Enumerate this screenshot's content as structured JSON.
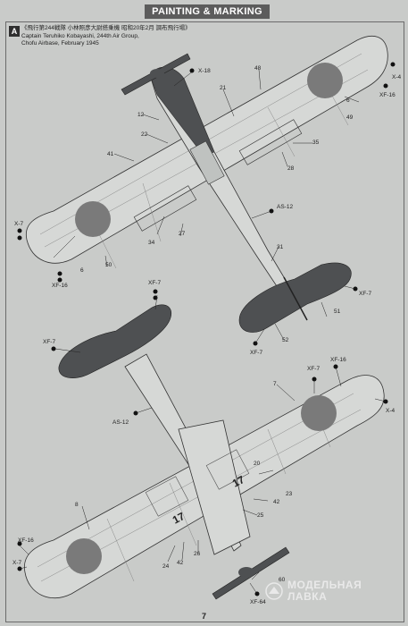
{
  "header": {
    "title": "PAINTING & MARKING"
  },
  "section": {
    "letter": "A",
    "caption_jp": "《飛行第244戦隊 小林照彦大尉搭乗機 昭和20年2月 調布飛行場》",
    "caption_en_1": "Captain Teruhiko Kobayashi, 244th Air Group,",
    "caption_en_2": "Chofu Airbase, February 1945"
  },
  "callouts": {
    "x18": "X-18",
    "x4": "X-4",
    "xf16": "XF-16",
    "n48": "48",
    "n21": "21",
    "n6": "6",
    "n49": "49",
    "n12": "12",
    "n22": "22",
    "n35": "35",
    "n41": "41",
    "n28": "28",
    "as12": "AS-12",
    "x7": "X-7",
    "n31": "31",
    "n34": "34",
    "n27": "27",
    "n50": "50",
    "xf7": "XF-7",
    "n51": "51",
    "n52": "52",
    "n7": "7",
    "n20": "20",
    "n23": "23",
    "n42": "42",
    "n25": "25",
    "n8": "8",
    "n24": "24",
    "n26": "26",
    "n60": "60",
    "xf64": "XF-64"
  },
  "markings": {
    "tail_code": "17"
  },
  "page": {
    "number": "7"
  },
  "watermark": {
    "line1": "МОДЕЛЬНАЯ",
    "line2": "ЛАВКА"
  },
  "colors": {
    "background": "#c9cbc9",
    "aircraft_silver": "#d6d8d6",
    "dark_panel": "#4e5052",
    "hinomaru": "#7a7a7a"
  }
}
